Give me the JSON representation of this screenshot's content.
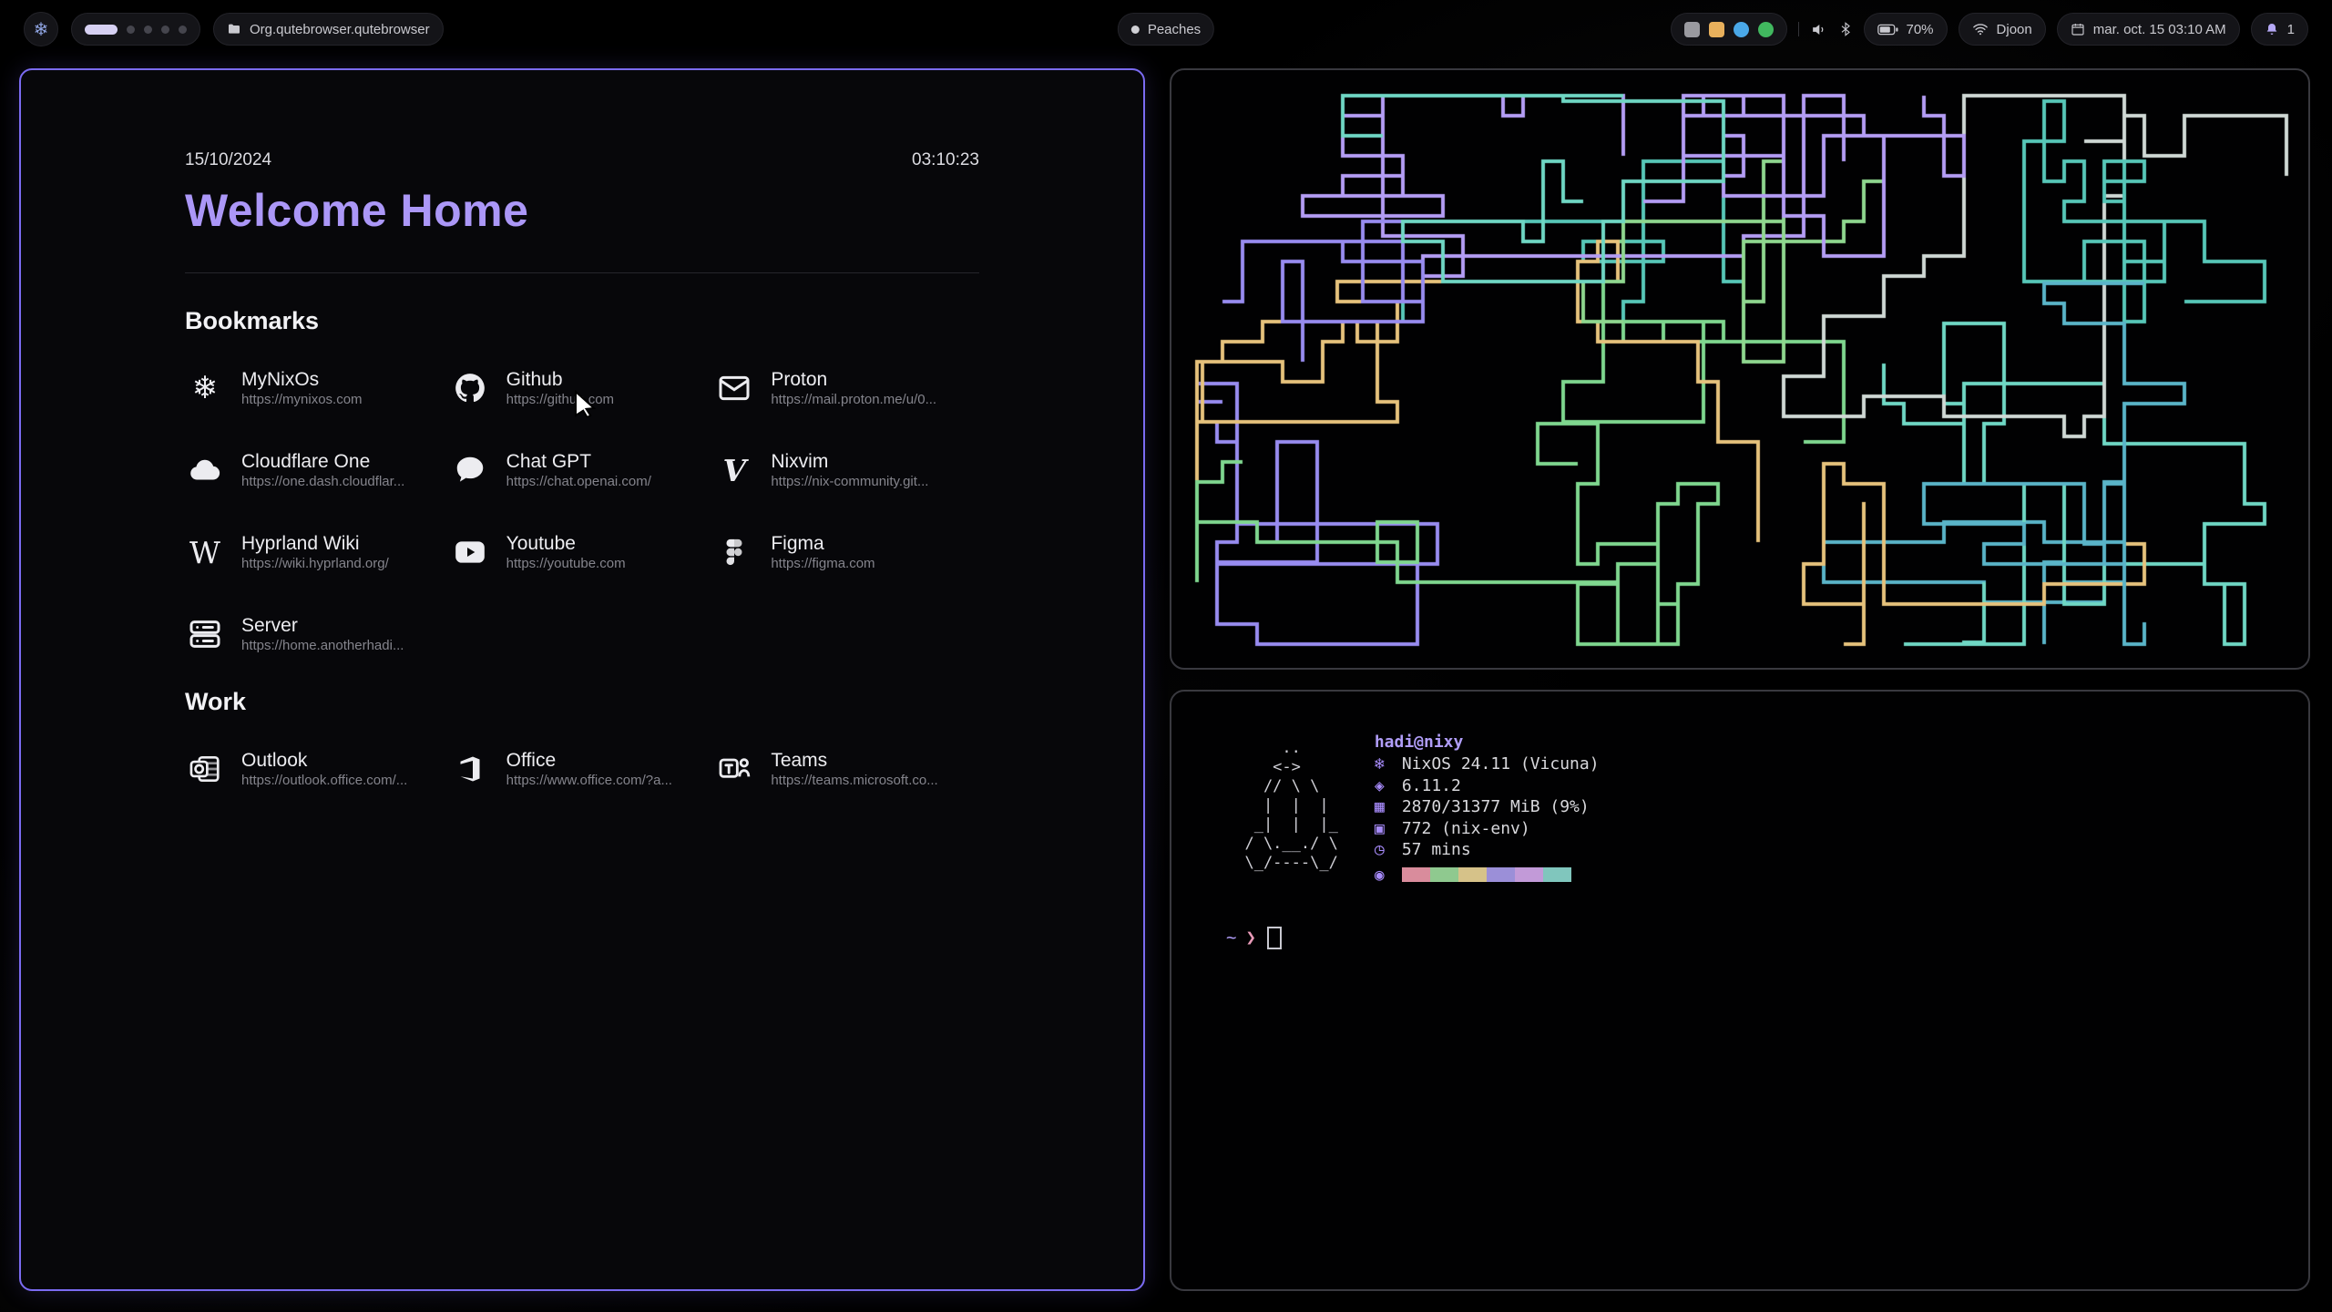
{
  "topbar": {
    "launcher": {
      "icon": "nix-logo-icon",
      "glyph": "❄"
    },
    "workspaces": {
      "active_index": 0,
      "total": 5
    },
    "window_chip": {
      "icon": "folder-icon",
      "title": "Org.qutebrowser.qutebrowser"
    },
    "center_chip": {
      "label": "Peaches"
    },
    "tray": [
      {
        "name": "tray-icon-1",
        "color": "#9a9aa0",
        "shape": "square"
      },
      {
        "name": "tray-icon-2",
        "color": "#e8b05c",
        "shape": "square"
      },
      {
        "name": "tray-icon-3",
        "color": "#4aa8e8",
        "shape": "circle"
      },
      {
        "name": "tray-icon-4",
        "color": "#41b85f",
        "shape": "circle"
      }
    ],
    "battery": {
      "percent_label": "70%"
    },
    "network": {
      "ssid": "Djoon"
    },
    "clock_chip": {
      "label": "mar. oct. 15  03:10 AM"
    },
    "notifications": {
      "count": "1"
    }
  },
  "startpage": {
    "date": "15/10/2024",
    "time": "03:10:23",
    "title": "Welcome Home",
    "accent": "#a78bfa",
    "sections": [
      {
        "heading": "Bookmarks",
        "items": [
          {
            "label": "MyNixOs",
            "url": "https://mynixos.com",
            "icon": "nix-icon"
          },
          {
            "label": "Github",
            "url": "https://github.com",
            "icon": "github-icon"
          },
          {
            "label": "Proton",
            "url": "https://mail.proton.me/u/0...",
            "icon": "mail-icon"
          },
          {
            "label": "Cloudflare One",
            "url": "https://one.dash.cloudflar...",
            "icon": "cloud-icon"
          },
          {
            "label": "Chat GPT",
            "url": "https://chat.openai.com/",
            "icon": "chat-icon"
          },
          {
            "label": "Nixvim",
            "url": "https://nix-community.git...",
            "icon": "nixvim-icon"
          },
          {
            "label": "Hyprland Wiki",
            "url": "https://wiki.hyprland.org/",
            "icon": "wiki-icon"
          },
          {
            "label": "Youtube",
            "url": "https://youtube.com",
            "icon": "youtube-icon"
          },
          {
            "label": "Figma",
            "url": "https://figma.com",
            "icon": "figma-icon"
          },
          {
            "label": "Server",
            "url": "https://home.anotherhadi...",
            "icon": "server-icon"
          }
        ]
      },
      {
        "heading": "Work",
        "items": [
          {
            "label": "Outlook",
            "url": "https://outlook.office.com/...",
            "icon": "outlook-icon"
          },
          {
            "label": "Office",
            "url": "https://www.office.com/?a...",
            "icon": "office-icon"
          },
          {
            "label": "Teams",
            "url": "https://teams.microsoft.co...",
            "icon": "teams-icon"
          }
        ]
      }
    ]
  },
  "terminal": {
    "user_host": "hadi@nixy",
    "ascii_art": [
      "      ..",
      "     <->",
      "    // \\ \\",
      "    |  |  |",
      "   _|  |  |_",
      "  / \\.__./ \\",
      "  \\_/----\\_/"
    ],
    "info": [
      {
        "icon": "nix-os-icon",
        "glyph": "❄",
        "text": "NixOS 24.11 (Vicuna)"
      },
      {
        "icon": "kernel-icon",
        "glyph": "◈",
        "text": "6.11.2"
      },
      {
        "icon": "memory-icon",
        "glyph": "▦",
        "text": "2870/31377 MiB (9%)"
      },
      {
        "icon": "packages-icon",
        "glyph": "▣",
        "text": "772 (nix-env)"
      },
      {
        "icon": "uptime-icon",
        "glyph": "◷",
        "text": "57 mins"
      }
    ],
    "palette_icon_glyph": "◉",
    "palette": [
      "#d98c9c",
      "#8fc98f",
      "#d6c289",
      "#9b8fd8",
      "#c29ad8",
      "#80c6bd"
    ],
    "prompt": {
      "tilde": "~",
      "arrow": "❯"
    }
  },
  "pipes": {
    "colors": [
      "#57c7b8",
      "#7fd78f",
      "#988cf0",
      "#e6c27c",
      "#5ab4c8",
      "#b49df5",
      "#6fd7c4",
      "#8fd78f",
      "#cfd8d4"
    ],
    "count": 16,
    "seed": 20241015,
    "step": 22,
    "line_width": 4
  }
}
